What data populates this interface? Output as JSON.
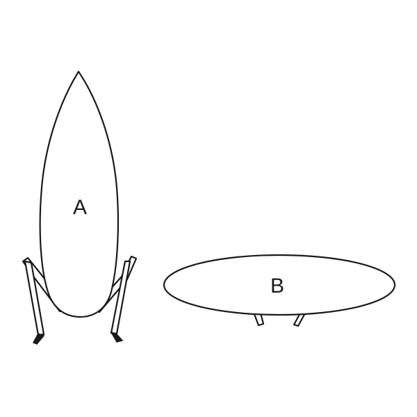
{
  "figure": {
    "shapes": [
      {
        "id": "A",
        "label": "A"
      },
      {
        "id": "B",
        "label": "B"
      }
    ],
    "colors": {
      "line": "#1a1a1a",
      "fill": "#ffffff",
      "background": "#ffffff"
    }
  }
}
